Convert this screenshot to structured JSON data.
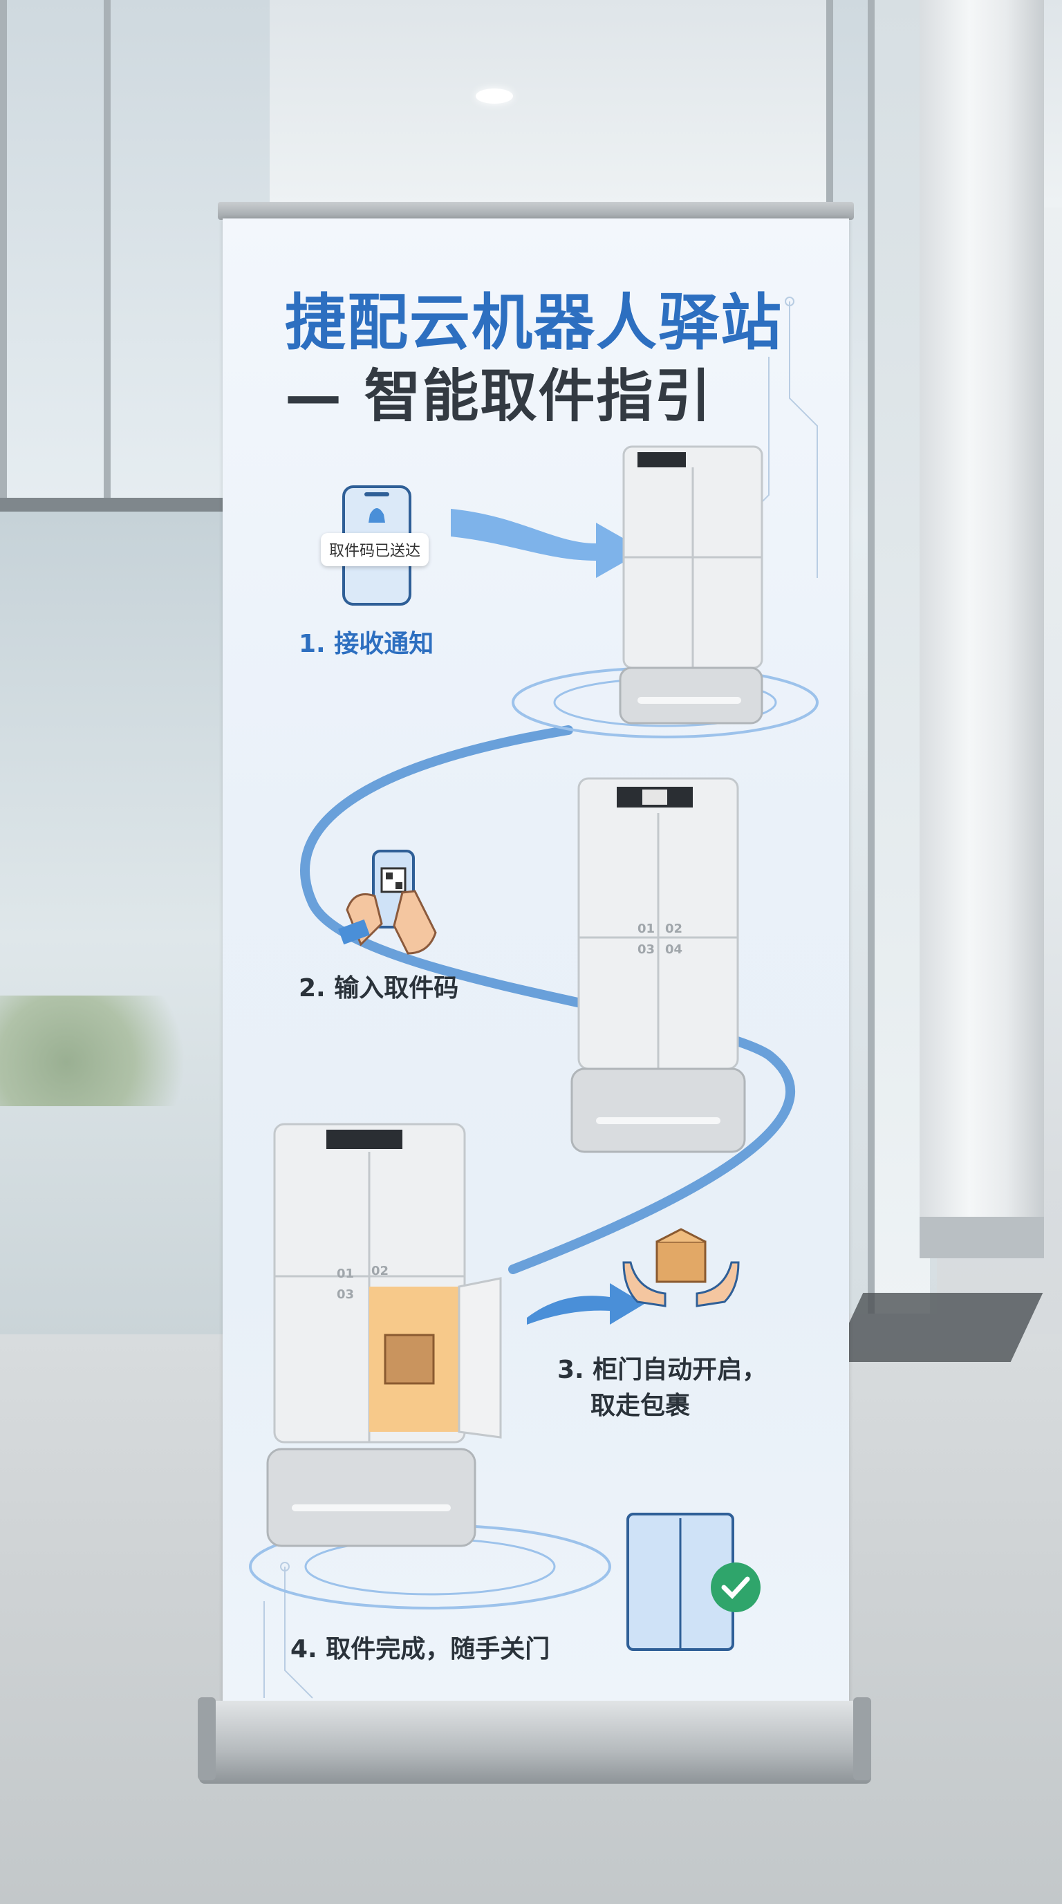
{
  "banner": {
    "title_line1": "捷配云机器人驿站",
    "title_line2": "— 智能取件指引",
    "notification_text": "取件码已送达",
    "steps": [
      {
        "label": "1. 接收通知"
      },
      {
        "label": "2. 输入取件码"
      },
      {
        "label": "3. 柜门自动开启，",
        "label_line2": "取走包裹"
      },
      {
        "label": "4. 取件完成，随手关门"
      }
    ],
    "locker_numbers": [
      "01",
      "02",
      "03",
      "04"
    ],
    "colors": {
      "brand_blue": "#2d6fc0",
      "text_dark": "#333a42",
      "check_green": "#2fa56b"
    }
  }
}
